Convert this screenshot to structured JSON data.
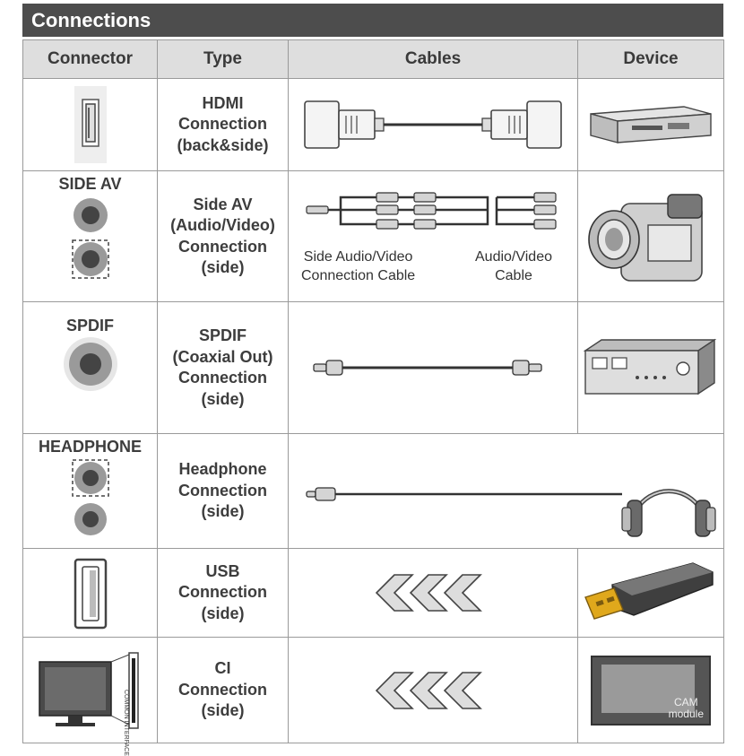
{
  "title": "Connections",
  "headers": [
    "Connector",
    "Type",
    "Cables",
    "Device"
  ],
  "rows": [
    {
      "connector_label": "",
      "type": [
        "HDMI",
        "Connection",
        "(back&side)"
      ]
    },
    {
      "connector_label": "SIDE AV",
      "type": [
        "Side AV",
        "(Audio/Video)",
        "Connection",
        "(side)"
      ],
      "cable_captions": {
        "left": [
          "Side Audio/Video",
          "Connection Cable"
        ],
        "right": [
          "Audio/Video",
          "Cable"
        ]
      }
    },
    {
      "connector_label": "SPDIF",
      "type": [
        "SPDIF",
        "(Coaxial Out)",
        "Connection",
        "(side)"
      ]
    },
    {
      "connector_label": "HEADPHONE",
      "type": [
        "Headphone",
        "Connection",
        "(side)"
      ]
    },
    {
      "connector_label": "",
      "type": [
        "USB",
        "Connection",
        "(side)"
      ]
    },
    {
      "connector_label": "",
      "type": [
        "CI",
        "Connection",
        "(side)"
      ],
      "ci_panel_text": "COMMON INTERFACE",
      "cam_text": [
        "CAM",
        "module"
      ]
    }
  ]
}
